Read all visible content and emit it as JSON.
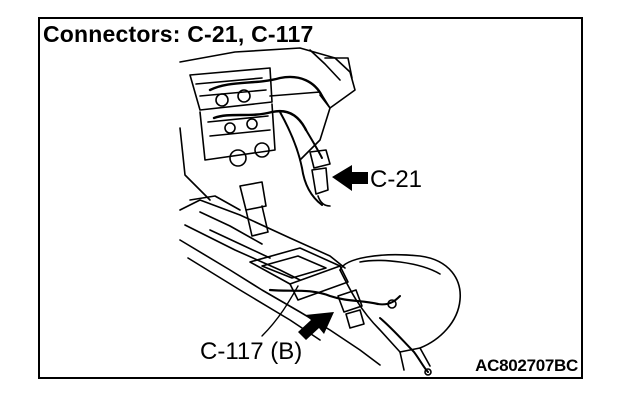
{
  "diagram": {
    "title": "Connectors: C-21, C-117",
    "callouts": {
      "c21": "C-21",
      "c117": "C-117 (B)"
    },
    "figure_code": "AC802707BC"
  }
}
